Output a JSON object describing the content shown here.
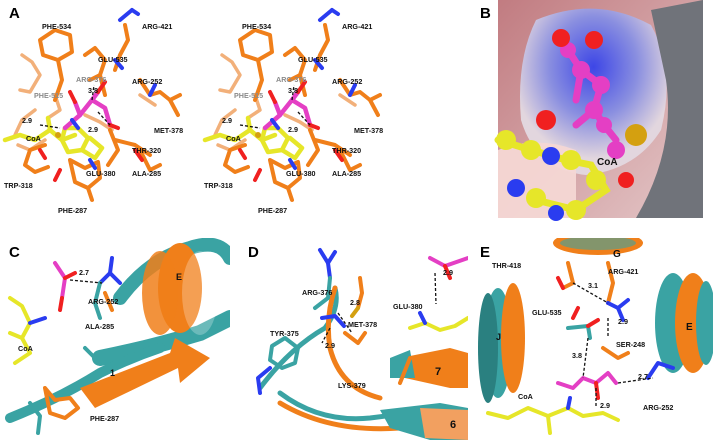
{
  "panels": {
    "A": {
      "letter": "A",
      "residues": [
        "PHE-534",
        "ARG-421",
        "GLU-535",
        "ARG-376",
        "ARG-252",
        "PHE-515",
        "MET-378",
        "CoA",
        "THR-320",
        "TRP-318",
        "GLU-380",
        "ALA-285",
        "PHE-287"
      ],
      "distances": [
        "3.8",
        "2.9",
        "2.9"
      ]
    },
    "B": {
      "letter": "B",
      "ligand": "CoA"
    },
    "C": {
      "letter": "C",
      "residues": [
        "ARG-252",
        "ALA-285",
        "PHE-287",
        "CoA"
      ],
      "distances": [
        "2.7"
      ],
      "helix": "E",
      "strand": "1"
    },
    "D": {
      "letter": "D",
      "residues": [
        "MET-378",
        "ARG-376",
        "TYR-375",
        "GLU-380",
        "LYS-379"
      ],
      "distances": [
        "2.9",
        "2.8",
        "2.9"
      ],
      "strands": [
        "7",
        "6"
      ]
    },
    "E": {
      "letter": "E",
      "residues": [
        "THR-418",
        "ARG-421",
        "GLU-535",
        "SER-248",
        "ARG-252",
        "CoA"
      ],
      "distances": [
        "3.1",
        "2.9",
        "3.8",
        "2.7",
        "2.9"
      ],
      "helices": [
        "G",
        "E",
        "J"
      ]
    }
  },
  "colors": {
    "orange": "#f07f1a",
    "light_orange": "#f2b07a",
    "teal": "#3aa3a3",
    "magenta": "#e43fc4",
    "yellow": "#e6e629",
    "blue": "#2a3cf0",
    "red": "#f02020",
    "gold": "#d4a010"
  }
}
